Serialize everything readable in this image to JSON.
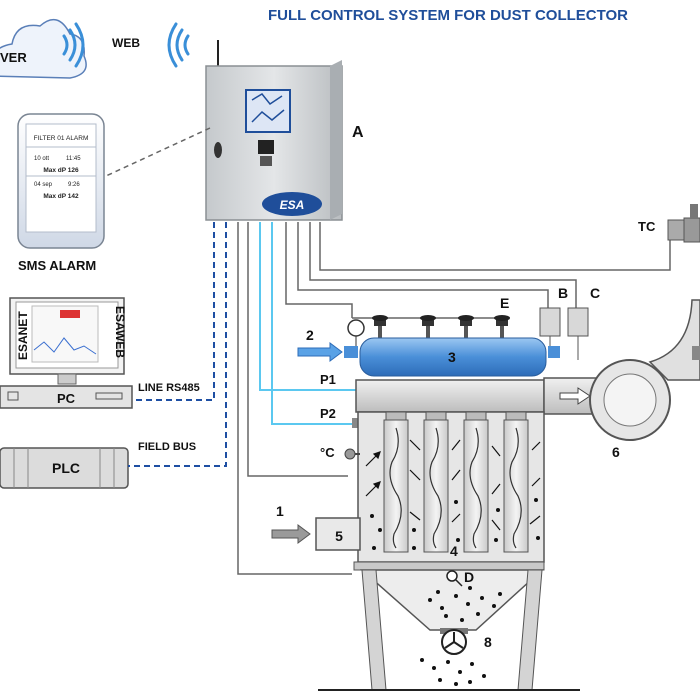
{
  "title": "FULL CONTROL SYSTEM FOR DUST COLLECTOR",
  "cloud_label": "VER",
  "web_label": "WEB",
  "cabinet": {
    "label": "A",
    "brand": "ESA"
  },
  "phone": {
    "header": "FILTER 01 ALARM",
    "row1_date": "10 ott",
    "row1_time": "11:45",
    "row1_value": "Max dP 126",
    "row2_date": "04 sep",
    "row2_time": "9:26",
    "row2_value": "Max dP 142"
  },
  "sms_label": "SMS ALARM",
  "pc": {
    "left_text": "ESANET",
    "right_text": "ESAWEB",
    "label": "PC"
  },
  "line_rs485": "LINE RS485",
  "field_bus": "FIELD BUS",
  "plc_label": "PLC",
  "labels": {
    "tc": "TC",
    "b": "B",
    "c": "C",
    "e": "E",
    "n2": "2",
    "n3": "3",
    "p1": "P1",
    "p2": "P2",
    "temp": "°C",
    "n6": "6",
    "n1": "1",
    "n5": "5",
    "n4": "4",
    "d": "D",
    "n8": "8"
  },
  "colors": {
    "title": "#1f4e9a",
    "signal_line": "#5bc8f0",
    "dashed_link": "#1e4fa3",
    "header_blue": "#4a8fd8",
    "cabinet": "#d6d9dc",
    "body": "#e3e3e3"
  }
}
